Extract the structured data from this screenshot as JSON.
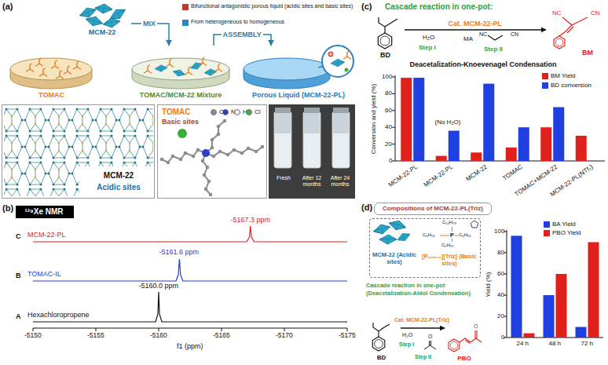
{
  "diagram": {
    "nodes": [
      {
        "text": [
          "MCM-22"
        ]
      },
      {
        "text": [
          "TOMAC"
        ]
      },
      {
        "text": [
          "TOMAC/MCM-22 Mixture"
        ]
      },
      {
        "text": [
          "Porous Liquid (MCM-22-PL)"
        ]
      },
      {
        "text": [
          "MCM-22",
          "Acidic sites"
        ]
      },
      {
        "text": [
          "TOMAC",
          "Basic sites"
        ]
      },
      {
        "text": [
          "Fresh",
          "After 12 months",
          "After 24 months"
        ]
      },
      {
        "text": [
          "¹²⁹Xe NMR"
        ]
      },
      {
        "text": [
          "BD"
        ]
      },
      {
        "text": [
          "BM"
        ]
      },
      {
        "text": [
          "Compositions of MCM-22-PL(Triz)"
        ]
      },
      {
        "text": [
          "MCM-22 (Acidic sites)",
          "[P₆₆₆₁₄][Triz] (Basic sites)"
        ]
      },
      {
        "text": [
          "BD"
        ]
      },
      {
        "text": [
          "PBO"
        ]
      }
    ],
    "edges": [
      {
        "from": 0,
        "to": 2,
        "label": "MIX",
        "arrow": "to"
      },
      {
        "from": 2,
        "to": 3,
        "label": "ASSEMBLY",
        "arrow": "to"
      },
      {
        "from": 8,
        "to": 9,
        "label": "Cat. MCM-22-PL",
        "arrow": "to"
      },
      {
        "from": 12,
        "to": 13,
        "label": "Cat. MCM-22-PL(Triz)",
        "arrow": "to"
      }
    ],
    "labels": [
      "(a)",
      "(b)",
      "A",
      "Hexachloropropene",
      "-5160.0 ppm",
      "B",
      "TOMAC-IL",
      "-5161.6 ppm",
      "C",
      "MCM-22-PL",
      "-5167.3 ppm",
      "-5150",
      "-5155",
      "-5160",
      "-5165",
      "-5170",
      "-5175",
      "f1 (ppm)",
      "(c)",
      "Cascade reaction in one-pot:",
      "H₂O",
      "Step I",
      "MA",
      "NC",
      "CN",
      "Step II",
      "NC",
      "CN",
      "Deacetalization-Knoevenagel Condensation",
      "Conversion and yield (%)",
      "0",
      "20",
      "40",
      "60",
      "80",
      "100",
      "MCM-22-PL",
      "MCM-22-PL",
      "MCM-22",
      "TOMAC",
      "TOMAC+MCM-22",
      "MCM-22-PL(NTf₂)",
      "(No H₂O)",
      "(d)",
      "C₁₄H₂₉",
      "C₆H₁₃",
      "P",
      "C₆H₁₃",
      "C₆H₁₃",
      "Cascade reaction in one-pot",
      "(Deacetalization-Aldol Condensation)",
      "H₂O",
      "Step I",
      "O",
      "Step II",
      "O",
      "0",
      "20",
      "40",
      "60",
      "80",
      "100",
      "24 h",
      "48 h",
      "72 h",
      "Yield (%)"
    ],
    "legend": [
      {
        "text": "Bifunctional antagonistic porous liquid (acidic sites and basic sites)",
        "color": "#c0392b"
      },
      {
        "text": "From heterogeneous to homogeneous",
        "color": "#2e86c1"
      },
      {
        "text": "C",
        "color": "#8c8c8c"
      },
      {
        "text": "N",
        "color": "#2b3fc9"
      },
      {
        "text": "H",
        "color": "#f0f0f0"
      },
      {
        "text": "Cl",
        "color": "#3cae3c"
      },
      {
        "text": "BM Yield",
        "color": "#e0201b"
      },
      {
        "text": "BD conversion",
        "color": "#1f3fe0"
      },
      {
        "text": "BA Yield",
        "color": "#1f3fe0"
      },
      {
        "text": "PBO Yield",
        "color": "#e0201b"
      }
    ]
  }
}
